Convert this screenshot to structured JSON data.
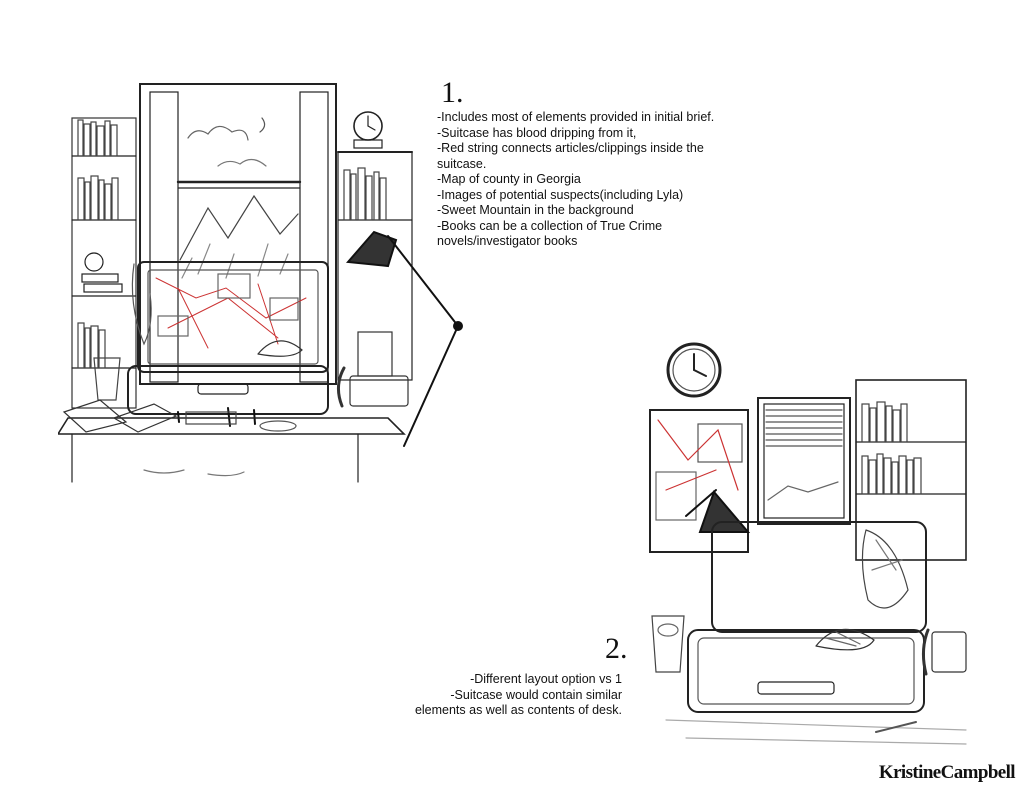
{
  "concepts": [
    {
      "number": "1.",
      "notes": [
        "-Includes most of elements provided in initial brief.",
        "-Suitcase has blood dripping from it,",
        "-Red string connects articles/clippings inside the",
        "suitcase.",
        "-Map of county in Georgia",
        "-Images of potential suspects(including Lyla)",
        "-Sweet Mountain in the background",
        "-Books can be a collection of True Crime",
        "novels/investigator books"
      ]
    },
    {
      "number": "2.",
      "notes": [
        "-Different layout option vs 1",
        "-Suitcase would contain similar",
        "elements as well as contents of desk."
      ]
    }
  ],
  "signature": "KristineCampbell",
  "colors": {
    "ink": "#111111",
    "red_string": "#cc3333",
    "paper": "#ffffff"
  }
}
